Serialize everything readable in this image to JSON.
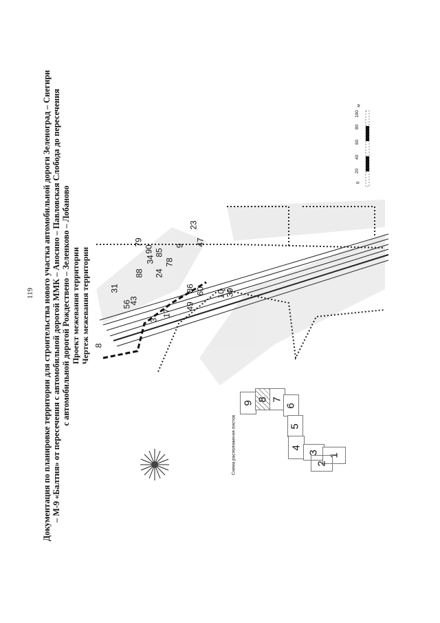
{
  "page_number": "119",
  "title": {
    "lines": [
      "Документация по планировке территории для строительства нового участка автомобильной дороги Зеленоград – Снегири",
      "– М-9 «Балтия» от пересечения с автомобильной дорогой ММК – Аносино – Павловская Слобода до пересечения",
      "с автомобильной дорогой Рождествено – Зеленково – Лобаново"
    ],
    "project": "Проект межевания территории",
    "drawing": "Чертеж межевания территории"
  },
  "map": {
    "labels": [
      "8",
      "31",
      "56",
      "43",
      "3",
      "17",
      "49",
      "86",
      "60",
      "10",
      "39",
      "47",
      "23",
      "9",
      "78",
      "34",
      "90",
      "85",
      "79",
      "88",
      "24"
    ]
  },
  "scale_bar": {
    "ticks": [
      "0",
      "20",
      "40",
      "60",
      "80",
      "100"
    ],
    "unit": "м"
  },
  "sheet_scheme": {
    "caption": "Схема расположения листов",
    "sheets": [
      "1",
      "2",
      "3",
      "4",
      "5",
      "6",
      "7",
      "8",
      "9"
    ],
    "current_sheet": "8"
  }
}
